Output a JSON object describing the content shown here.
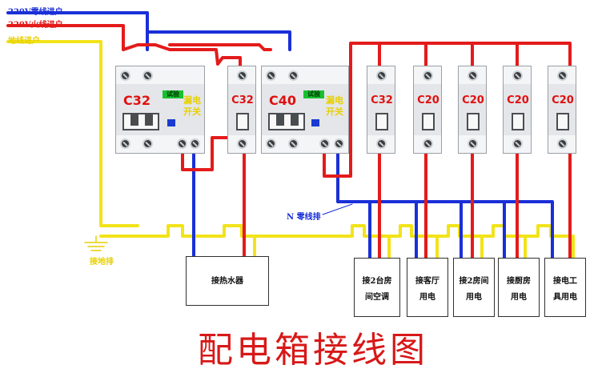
{
  "wire_labels": {
    "neutral_in": "220V零线进户",
    "live_in": "220V火线进户",
    "ground_in": "地线进户",
    "n_bus": "N 零线排",
    "ground_terminal": "接地排"
  },
  "breakers": {
    "rcd_main": {
      "rating": "C32",
      "test": "试验",
      "side_label": "漏电开关",
      "bottom_label": ""
    },
    "heater": {
      "rating": "C32",
      "bottom_label": ""
    },
    "rcd_branch": {
      "rating": "C40",
      "test": "试验",
      "side_label": "漏电开关",
      "bottom_label": ""
    },
    "branch_1": {
      "rating": "C32",
      "bottom_label": ""
    },
    "branch_2": {
      "rating": "C20",
      "bottom_label": ""
    },
    "branch_3": {
      "rating": "C20",
      "bottom_label": ""
    },
    "branch_4": {
      "rating": "C20",
      "bottom_label": ""
    },
    "branch_5": {
      "rating": "C20",
      "bottom_label": ""
    }
  },
  "load_boxes": {
    "heater": "接热水器",
    "ac": [
      "接2台房",
      "间空调"
    ],
    "living": [
      "接客厅",
      "用电"
    ],
    "rooms": [
      "接2房间",
      "用电"
    ],
    "kitchen": [
      "接厨房",
      "用电"
    ],
    "tools": [
      "接电工",
      "具用电"
    ]
  },
  "title": "配电箱接线图",
  "colors": {
    "neutral": "#1a2fd8",
    "live": "#e41b1b",
    "ground": "#f2e31a",
    "title": "#d81818"
  }
}
